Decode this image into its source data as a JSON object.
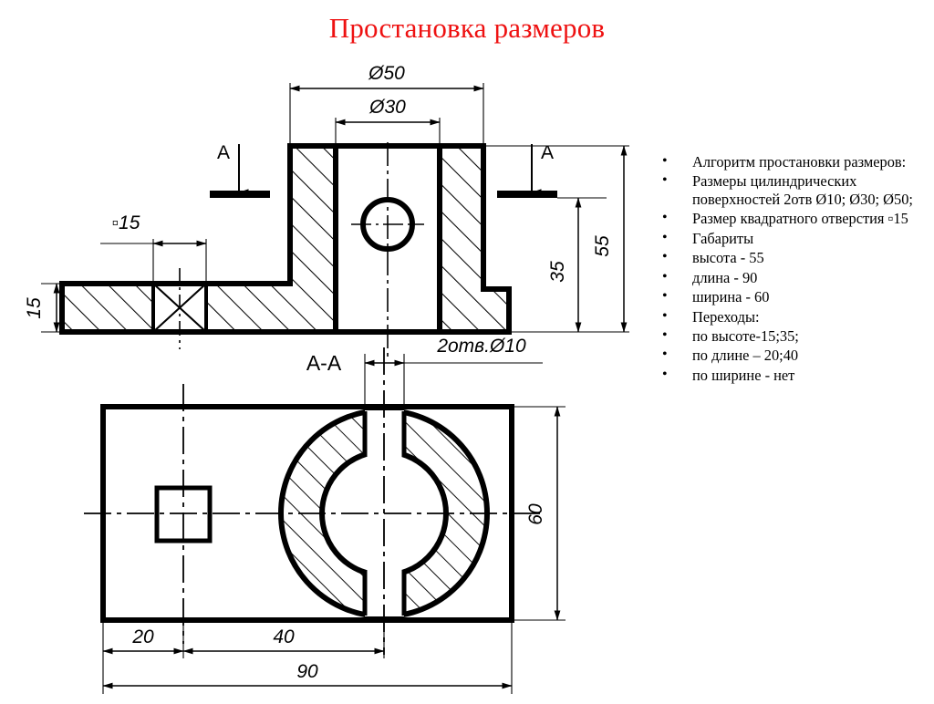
{
  "slide": {
    "title": "Простановка размеров",
    "title_color": "#ee1111",
    "background_color": "#ffffff"
  },
  "drawing": {
    "section_label_left": "A",
    "section_label_right": "A",
    "section_view_title": "А-А",
    "dimensions": {
      "dia50": "Ø50",
      "dia30": "Ø30",
      "square15": "▫15",
      "height15": "15",
      "height35": "35",
      "height55": "55",
      "holes_2x_dia10": "2отв.Ø10",
      "width60": "60",
      "length20": "20",
      "length40": "40",
      "length90": "90"
    }
  },
  "bullets": [
    {
      "text": "Алгоритм простановки размеров:"
    },
    {
      "text": "Размеры цилиндрических поверхностей 2отв Ø10; Ø30; Ø50;"
    },
    {
      "text": "Размер квадратного отверстия ▫15"
    },
    {
      "text": "Габариты"
    },
    {
      "text": "высота - 55"
    },
    {
      "text": "длина - 90"
    },
    {
      "text": "ширина - 60"
    },
    {
      "text": "Переходы:"
    },
    {
      "text": "по высоте-15;35;"
    },
    {
      "text": "по длине – 20;40"
    },
    {
      "text": "по ширине - нет"
    }
  ],
  "bullet_marker": "•"
}
